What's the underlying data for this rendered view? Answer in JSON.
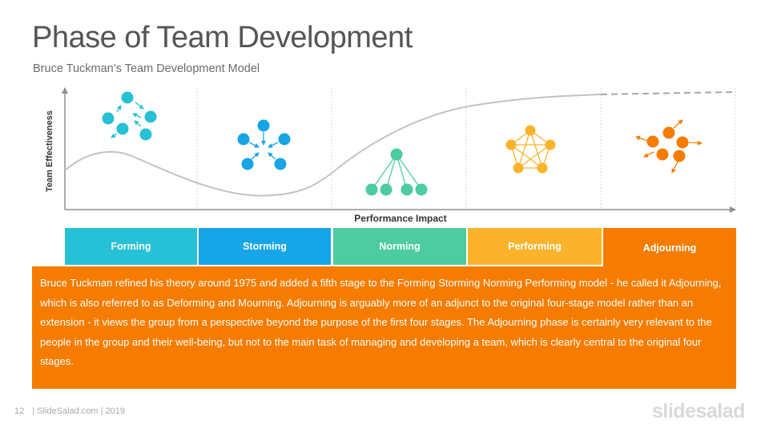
{
  "header": {
    "title": "Phase of Team Development",
    "subtitle": "Bruce Tuckman’s Team Development Model"
  },
  "diagram": {
    "y_axis_label": "Team Effectiveness",
    "x_axis_label": "Performance Impact",
    "stages": [
      {
        "label": "Forming",
        "color": "#26c1d6"
      },
      {
        "label": "Storming",
        "color": "#16a5e6"
      },
      {
        "label": "Norming",
        "color": "#4ccca0"
      },
      {
        "label": "Performing",
        "color": "#fab32b"
      },
      {
        "label": "Adjourning",
        "color": "#f57c00"
      }
    ],
    "icon_names": [
      "forming-network-icon",
      "storming-network-icon",
      "norming-hierarchy-icon",
      "performing-pentagon-icon",
      "adjourning-dispersing-icon"
    ]
  },
  "description": "Bruce Tuckman refined his theory around 1975 and added a fifth stage to the Forming Storming Norming Performing model - he called it Adjourning, which is also referred to as Deforming and Mourning. Adjourning is arguably more of an adjunct to the original four-stage model rather than an extension - it views the group from a perspective beyond the purpose of the first four stages. The Adjourning phase is certainly very relevant to the people in the group and their well-being, but not to the main task of managing and developing a team, which is clearly central to the original four stages.",
  "footer": {
    "page_number": "12",
    "credit": "| SlideSalad.com | 2019",
    "brand": "slidesalad"
  }
}
